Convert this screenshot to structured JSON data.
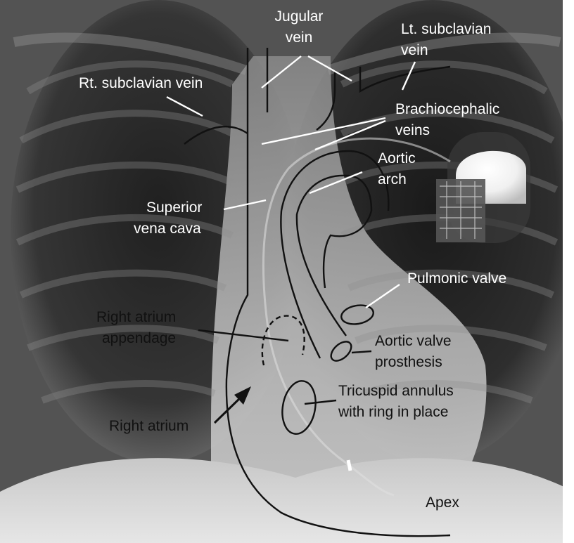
{
  "labels": {
    "jugular_line1": "Jugular",
    "jugular_line2": "vein",
    "lt_subclavian_line1": "Lt. subclavian",
    "lt_subclavian_line2": "vein",
    "rt_subclavian": "Rt. subclavian vein",
    "brachiocephalic_line1": "Brachiocephalic",
    "brachiocephalic_line2": "veins",
    "aortic_arch_line1": "Aortic",
    "aortic_arch_line2": "arch",
    "svc_line1": "Superior",
    "svc_line2": "vena cava",
    "pulmonic_valve": "Pulmonic valve",
    "ra_appendage_line1": "Right atrium",
    "ra_appendage_line2": "appendage",
    "aortic_valve_line1": "Aortic valve",
    "aortic_valve_line2": "prosthesis",
    "tricuspid_line1": "Tricuspid annulus",
    "tricuspid_line2": "with ring in place",
    "right_atrium": "Right atrium",
    "apex": "Apex"
  },
  "colors": {
    "label_on_dark": "#ffffff",
    "label_on_light": "#111111",
    "outline": "#111111"
  }
}
